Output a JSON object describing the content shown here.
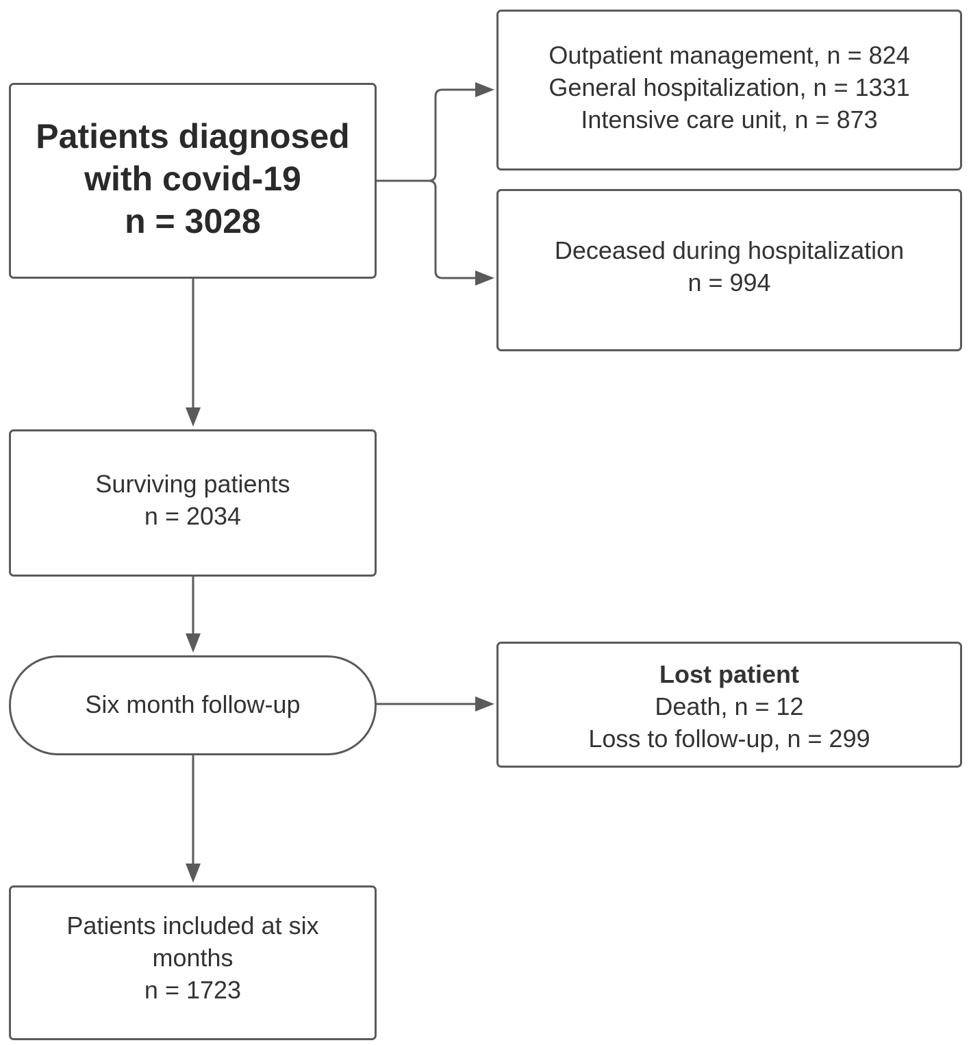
{
  "diagram": {
    "start_box": {
      "lines": [
        "Patients diagnosed",
        "with covid-19",
        "n = 3028"
      ]
    },
    "disposition_box": {
      "lines": [
        "Outpatient management, n = 824",
        "General hospitalization, n = 1331",
        "Intensive care unit, n = 873"
      ]
    },
    "deceased_box": {
      "lines": [
        "Deceased during hospitalization",
        "n = 994"
      ]
    },
    "surviving_box": {
      "lines": [
        "Surviving patients",
        "n = 2034"
      ]
    },
    "followup_box": {
      "lines": [
        "Six month follow-up"
      ]
    },
    "lost_box": {
      "title": "Lost patient",
      "lines": [
        "Death, n = 12",
        "Loss to follow-up, n = 299"
      ]
    },
    "included_box": {
      "lines": [
        "Patients included at six",
        "months",
        "n = 1723"
      ]
    },
    "colors": {
      "stroke": "#5a5a5a",
      "text": "#333333",
      "background": "#ffffff"
    }
  }
}
